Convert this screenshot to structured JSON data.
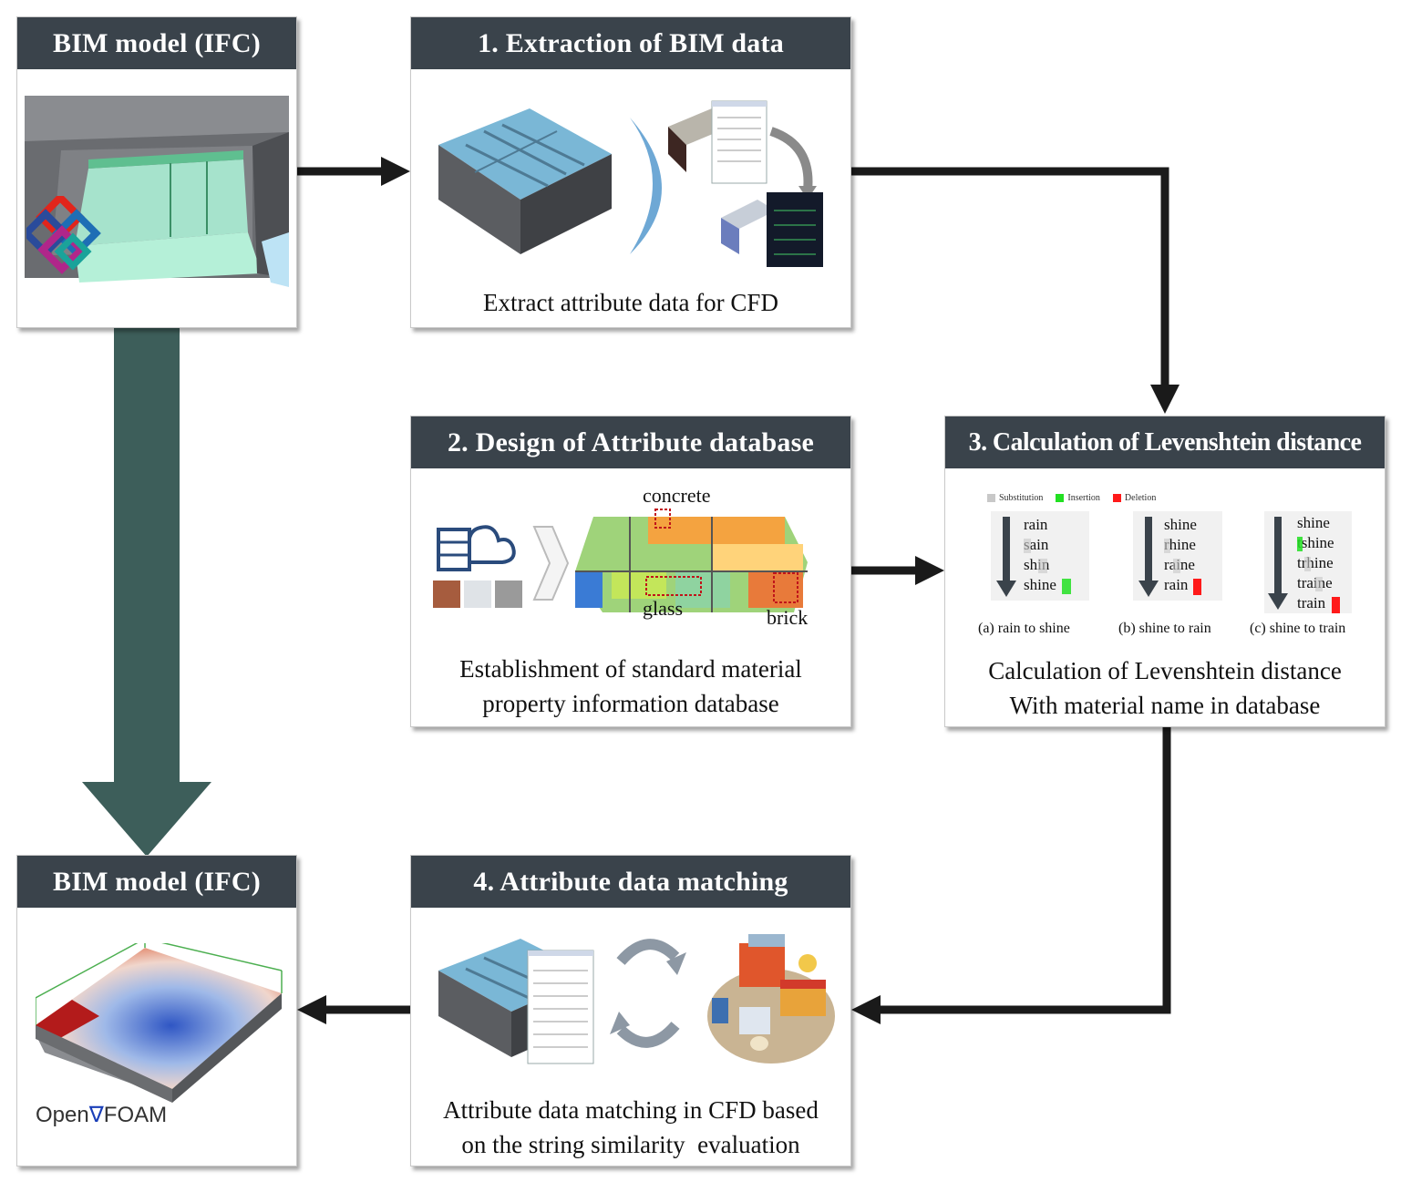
{
  "panels": {
    "bim_top": {
      "title": "BIM model (IFC)"
    },
    "step1": {
      "title": "1. Extraction of BIM data",
      "caption": "Extract attribute data for CFD"
    },
    "step2": {
      "title": "2. Design of Attribute database",
      "caption_line1": "Establishment of standard material",
      "caption_line2": "property information database",
      "labels": {
        "concrete": "concrete",
        "glass": "glass",
        "brick": "brick"
      }
    },
    "step3": {
      "title": "3. Calculation of Levenshtein distance",
      "caption_line1": "Calculation of Levenshtein distance",
      "caption_line2": "With material name in database",
      "legend": {
        "substitution": "Substitution",
        "insertion": "Insertion",
        "deletion": "Deletion"
      },
      "examples": [
        {
          "caption": "(a) rain to shine",
          "words": [
            "rain",
            "sain",
            "shin",
            "shine"
          ]
        },
        {
          "caption": "(b) shine to rain",
          "words": [
            "shine",
            "rhine",
            "raine",
            "rain"
          ]
        },
        {
          "caption": "(c) shine to train",
          "words": [
            "shine",
            "tshine",
            "trhine",
            "traine",
            "train"
          ]
        }
      ]
    },
    "step4": {
      "title": "4. Attribute data matching",
      "caption_line1": "Attribute data matching in CFD based",
      "caption_line2": "on the string similarity  evaluation"
    },
    "bim_bottom": {
      "title": "BIM model (IFC)",
      "logo_text_open": "Open",
      "logo_text_foam": "FOAM"
    }
  },
  "colors": {
    "header": "#3a434b",
    "big_arrow": "#3d5e5a",
    "connector": "#1a1a1a",
    "substitution": "#c8c8c8",
    "insertion": "#22e022",
    "deletion": "#ff1a1a"
  }
}
